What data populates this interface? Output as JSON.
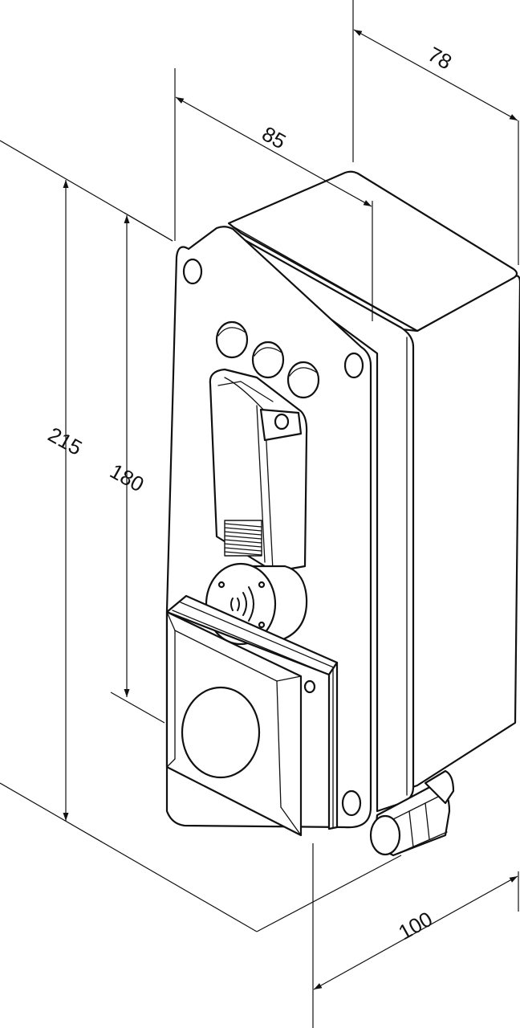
{
  "dimensions": {
    "total_height": "215",
    "panel_height": "180",
    "panel_width": "85",
    "depth": "78",
    "bottom_width": "100"
  },
  "colors": {
    "line": "#111111",
    "background": "#ffffff"
  },
  "icons": [
    "sound-waves-icon"
  ]
}
